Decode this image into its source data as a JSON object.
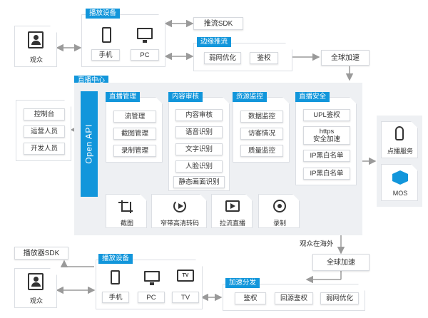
{
  "top": {
    "player_tag": "播放设备",
    "viewer": "观众",
    "phone": "手机",
    "pc": "PC",
    "push_sdk": "推流SDK",
    "edge_tag": "边缘推流",
    "weak_net": "弱网优化",
    "auth": "鉴权",
    "global_accel": "全球加速"
  },
  "center": {
    "title": "直播中心",
    "open_api": "Open API",
    "left_items": [
      "控制台",
      "运营人员",
      "开发人员"
    ],
    "groups": [
      {
        "title": "直播管理",
        "items": [
          "流管理",
          "截图管理",
          "录制管理"
        ]
      },
      {
        "title": "内容审核",
        "items": [
          "内容审核",
          "语音识别",
          "文字识别",
          "人脸识别",
          "静态画面识别"
        ]
      },
      {
        "title": "资源监控",
        "items": [
          "数据监控",
          "访客情况",
          "质量监控"
        ]
      },
      {
        "title": "直播安全",
        "items": [
          "UPL鉴权",
          "https\n安全加速",
          "IP黑白名单",
          "IP黑白名单"
        ]
      }
    ],
    "tools": [
      "截图",
      "窄带高清转码",
      "拉流直播",
      "录制"
    ]
  },
  "right": {
    "vod": "点播服务",
    "mos": "MOS"
  },
  "bottom": {
    "overseas": "观众在海外",
    "global_accel": "全球加速",
    "player_sdk": "播放器SDK",
    "viewer": "观众",
    "player_tag": "播放设备",
    "phone": "手机",
    "pc": "PC",
    "tv": "TV",
    "tv_icon": "TV",
    "accel_tag": "加速分发",
    "auth": "鉴权",
    "origin_auth": "回源鉴权",
    "weak_net": "弱网优化"
  },
  "colors": {
    "accent": "#1296db",
    "panel": "#eef0f3",
    "arrow": "#9a9a9a"
  }
}
